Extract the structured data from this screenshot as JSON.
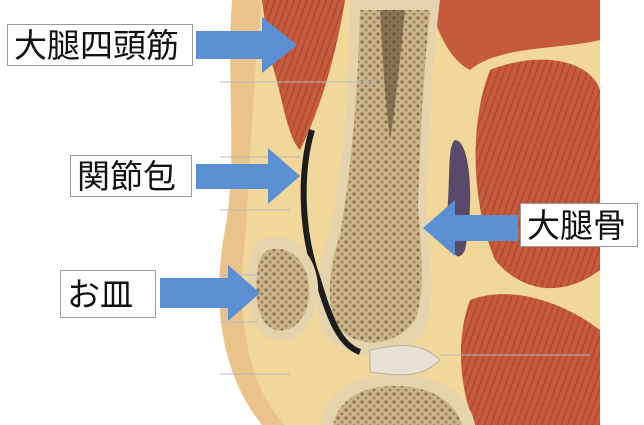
{
  "labels": {
    "quadriceps": "大腿四頭筋",
    "joint_capsule": "関節包",
    "femur": "大腿骨",
    "patella": "お皿"
  },
  "colors": {
    "arrow": "#5b8fd4",
    "muscle": "#c65a3c",
    "bone": "#c9b48a",
    "fat": "#f1d79a",
    "label_border": "#9a9a9a"
  }
}
